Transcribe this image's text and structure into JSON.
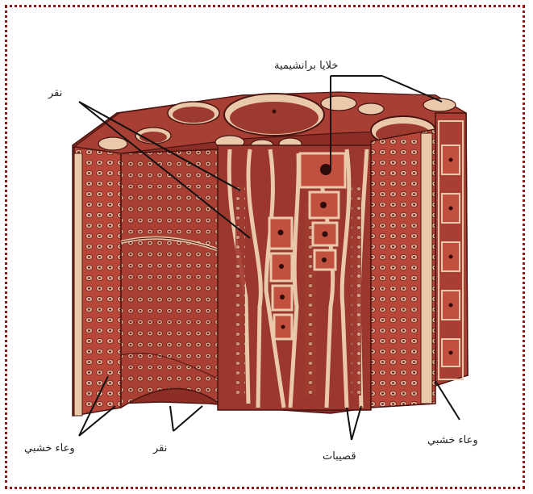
{
  "labels": {
    "parenchyma": "خلايا برانشيمية",
    "pits_top": "نقر",
    "vessel_left": "وعاء خشبي",
    "pits_bottom": "نقر",
    "tracheids": "قصيبات",
    "vessel_right": "وعاء خشبي"
  },
  "colors": {
    "frame_border": "#8b1a1a",
    "tissue": "#b8473a",
    "tissue_dark": "#7e2a22",
    "wall": "#e9c9a9",
    "pit": "#5e1e18"
  }
}
